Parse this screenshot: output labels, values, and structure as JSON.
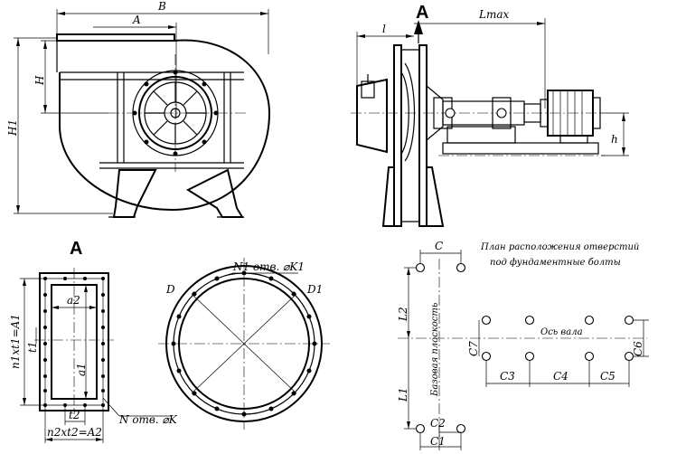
{
  "top_left_view": {
    "dim_B": "B",
    "dim_A": "A",
    "dim_H": "H",
    "dim_H1": "H1"
  },
  "top_right_view": {
    "view_label": "A",
    "dim_l": "l",
    "dim_Lmax": "Lmax",
    "dim_h": "h"
  },
  "flange_rect_view": {
    "view_label": "A",
    "dim_a2": "a2",
    "dim_a1": "a1",
    "dim_t1": "t1",
    "dim_t2": "t2",
    "dim_n1t1": "n1xt1=A1",
    "dim_n2t2": "n2xt2=A2",
    "holes_label": "N отв. ⌀K"
  },
  "flange_round_view": {
    "dim_D": "D",
    "dim_D1": "D1",
    "holes_label": "N1 отв. ⌀K1"
  },
  "foundation_plan": {
    "title_line1": "План расположения отверстий",
    "title_line2": "под фундаментные болты",
    "dim_C": "C",
    "dim_L2": "L2",
    "dim_L1": "L1",
    "dim_C7": "C7",
    "dim_C6": "C6",
    "dim_C3": "C3",
    "dim_C4": "C4",
    "dim_C5": "C5",
    "dim_C2": "C2",
    "dim_C1": "C1",
    "base_plane_label": "Базовая плоскость",
    "shaft_axis_label": "Ось вала"
  }
}
